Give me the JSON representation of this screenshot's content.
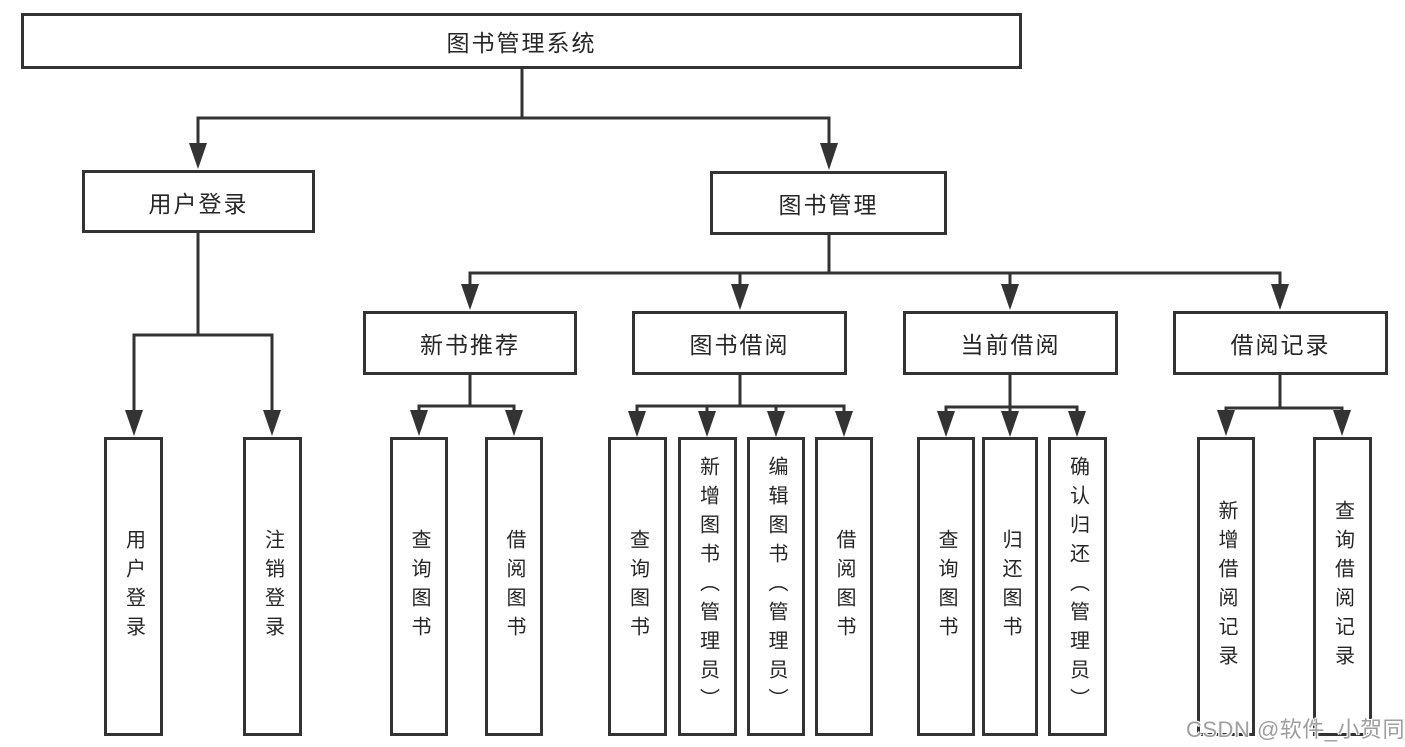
{
  "watermark": {
    "text": "CSDN @软件_小贺同学"
  },
  "colors": {
    "line": "#333333",
    "text": "#262626",
    "background": "#ffffff",
    "watermark": "#9e9e9e"
  },
  "tree": {
    "root": {
      "label": "图书管理系统",
      "children": [
        {
          "label": "用户登录",
          "children": [
            {
              "label": "用户登录"
            },
            {
              "label": "注销登录"
            }
          ]
        },
        {
          "label": "图书管理",
          "children": [
            {
              "label": "新书推荐",
              "children": [
                {
                  "label": "查询图书"
                },
                {
                  "label": "借阅图书"
                }
              ]
            },
            {
              "label": "图书借阅",
              "children": [
                {
                  "label": "查询图书"
                },
                {
                  "label": "新增图书（管理员）"
                },
                {
                  "label": "编辑图书（管理员）"
                },
                {
                  "label": "借阅图书"
                }
              ]
            },
            {
              "label": "当前借阅",
              "children": [
                {
                  "label": "查询图书"
                },
                {
                  "label": "归还图书"
                },
                {
                  "label": "确认归还（管理员）"
                }
              ]
            },
            {
              "label": "借阅记录",
              "children": [
                {
                  "label": "新增借阅记录"
                },
                {
                  "label": "查询借阅记录"
                }
              ]
            }
          ]
        }
      ]
    }
  }
}
